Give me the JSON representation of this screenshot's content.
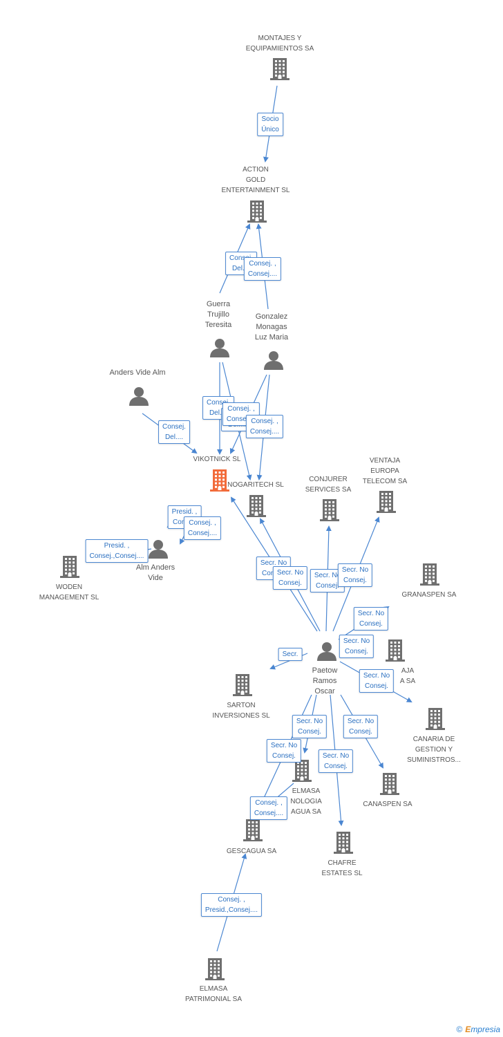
{
  "colors": {
    "edge": "#4a86d1",
    "node_gray": "#6f6f6f",
    "node_focus": "#f26b3a",
    "edge_label_text": "#2a6fc0",
    "label_text": "#555555"
  },
  "nodes": [
    {
      "id": "montajes",
      "type": "company",
      "label": "MONTAJES Y\nEQUIPAMIENTOS SA",
      "icon": "building-icon"
    },
    {
      "id": "action",
      "type": "company",
      "label": "ACTION\nGOLD\nENTERTAINMENT SL",
      "icon": "building-icon"
    },
    {
      "id": "guerra",
      "type": "person",
      "label": "Guerra\nTrujillo\nTeresita",
      "icon": "person-icon"
    },
    {
      "id": "gonzalez",
      "type": "person",
      "label": "Gonzalez\nMonagas\nLuz Maria",
      "icon": "person-icon"
    },
    {
      "id": "anders",
      "type": "person",
      "label": "Anders Vide Alm",
      "icon": "person-icon"
    },
    {
      "id": "vikotnick",
      "type": "company",
      "focus": true,
      "label": "VIKOTNICK SL",
      "icon": "building-icon"
    },
    {
      "id": "nogaritech",
      "type": "company",
      "label": "NOGARITECH SL",
      "icon": "building-icon"
    },
    {
      "id": "conjurer",
      "type": "company",
      "label": "CONJURER\nSERVICES SA",
      "icon": "building-icon"
    },
    {
      "id": "ventaja_europa",
      "type": "company",
      "label": "VENTAJA\nEUROPA\nTELECOM SA",
      "icon": "building-icon"
    },
    {
      "id": "alm",
      "type": "person",
      "label": "Alm Anders\nVide",
      "icon": "person-icon"
    },
    {
      "id": "woden",
      "type": "company",
      "label": "WODEN\nMANAGEMENT SL",
      "icon": "building-icon"
    },
    {
      "id": "granaspen",
      "type": "company",
      "label": "GRANASPEN SA",
      "icon": "building-icon"
    },
    {
      "id": "paetow",
      "type": "person",
      "label": "Paetow\nRamos\nOscar",
      "icon": "person-icon"
    },
    {
      "id": "ventaja2",
      "type": "company",
      "label": "AJA\nA SA",
      "icon": "building-icon"
    },
    {
      "id": "sarton",
      "type": "company",
      "label": "SARTON\nINVERSIONES SL",
      "icon": "building-icon"
    },
    {
      "id": "canaria",
      "type": "company",
      "label": "CANARIA DE\nGESTION Y\nSUMINISTROS...",
      "icon": "building-icon"
    },
    {
      "id": "elmasa_tec",
      "type": "company",
      "label": "ELMASA\nNOLOGIA\nAGUA SA",
      "icon": "building-icon"
    },
    {
      "id": "canaspen",
      "type": "company",
      "label": "CANASPEN SA",
      "icon": "building-icon"
    },
    {
      "id": "gescagua",
      "type": "company",
      "label": "GESCAGUA SA",
      "icon": "building-icon"
    },
    {
      "id": "chafre",
      "type": "company",
      "label": "CHAFRE\nESTATES SL",
      "icon": "building-icon"
    },
    {
      "id": "elmasa_pat",
      "type": "company",
      "label": "ELMASA\nPATRIMONIAL SA",
      "icon": "building-icon"
    }
  ],
  "edges": [
    {
      "from": "montajes",
      "to": "action",
      "label": "Socio\nÚnico"
    },
    {
      "from": "guerra",
      "to": "action",
      "label": "Consej.\nDel...."
    },
    {
      "from": "gonzalez",
      "to": "action",
      "label": "Consej. ,\nConsej...."
    },
    {
      "from": "guerra",
      "to": "vikotnick",
      "label": "Consej.\nDel...."
    },
    {
      "from": "guerra",
      "to": "nogaritech",
      "label": "Consej.\nDel...."
    },
    {
      "from": "gonzalez",
      "to": "vikotnick",
      "label": "Consej. ,\nConsej...."
    },
    {
      "from": "gonzalez",
      "to": "nogaritech",
      "label": "Consej. ,\nConsej...."
    },
    {
      "from": "anders",
      "to": "vikotnick",
      "label": "Consej.\nDel...."
    },
    {
      "from": "alm",
      "to": "vikotnick",
      "label": "Presid. ,\nConsej."
    },
    {
      "from": "alm",
      "to": "vikotnick",
      "label": "Consej. ,\nConsej...."
    },
    {
      "from": "alm",
      "to": "woden",
      "label": "Presid. ,\nConsej.,Consej...."
    },
    {
      "from": "paetow",
      "to": "vikotnick",
      "label": "Secr. No\nConsej."
    },
    {
      "from": "paetow",
      "to": "nogaritech",
      "label": "Secr. No\nConsej."
    },
    {
      "from": "paetow",
      "to": "conjurer",
      "label": "Secr. No\nConsej."
    },
    {
      "from": "paetow",
      "to": "ventaja_europa",
      "label": "Secr. No\nConsej."
    },
    {
      "from": "paetow",
      "to": "granaspen",
      "label": "Secr. No\nConsej."
    },
    {
      "from": "paetow",
      "to": "ventaja2",
      "label": "Secr. No\nConsej."
    },
    {
      "from": "paetow",
      "to": "sarton",
      "label": "Secr."
    },
    {
      "from": "paetow",
      "to": "canaria",
      "label": "Secr. No\nConsej."
    },
    {
      "from": "paetow",
      "to": "elmasa_tec",
      "label": "Secr. No\nConsej."
    },
    {
      "from": "paetow",
      "to": "canaspen",
      "label": "Secr. No\nConsej."
    },
    {
      "from": "paetow",
      "to": "gescagua",
      "label": "Secr. No\nConsej."
    },
    {
      "from": "paetow",
      "to": "chafre",
      "label": "Secr. No\nConsej."
    },
    {
      "from": "elmasa_tec",
      "to": "gescagua",
      "label": "Consej. ,\nConsej...."
    },
    {
      "from": "elmasa_pat",
      "to": "gescagua",
      "label": "Consej. ,\nPresid.,Consej...."
    }
  ],
  "footer": {
    "copyright": "©",
    "brand_initial": "E",
    "brand_rest": "mpresia"
  }
}
